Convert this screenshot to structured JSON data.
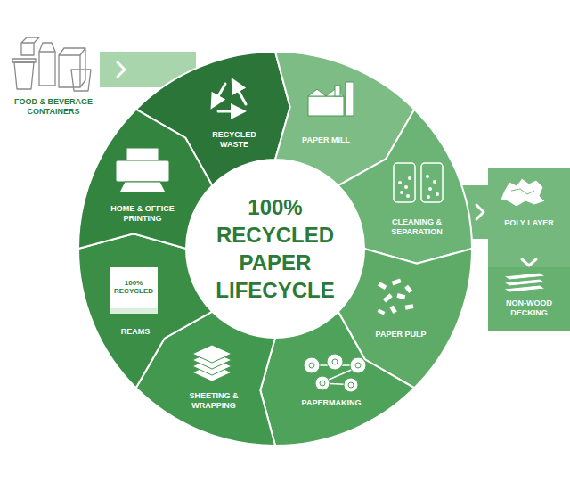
{
  "diagram": {
    "title": "100% RECYCLED PAPER LIFECYCLE",
    "nodes": [
      {
        "text": [
          "FOOD & BEVERAGE CONTAINERS"
        ]
      },
      {
        "text": [
          "RECYCLED WASTE"
        ]
      },
      {
        "text": [
          "PAPER MILL"
        ]
      },
      {
        "text": [
          "CLEANING & SEPARATION"
        ]
      },
      {
        "text": [
          "PAPER PULP"
        ]
      },
      {
        "text": [
          "PAPERMAKING"
        ]
      },
      {
        "text": [
          "SHEETING & WRAPPING"
        ]
      },
      {
        "text": [
          "REAMS"
        ]
      },
      {
        "text": [
          "HOME & OFFICE PRINTING"
        ]
      },
      {
        "text": [
          "POLY LAYER"
        ]
      },
      {
        "text": [
          "NON-WOOD DECKING"
        ]
      }
    ],
    "edges": [
      {
        "from": 0,
        "to": 1,
        "arrow": "to"
      },
      {
        "from": 3,
        "to": 9,
        "arrow": "to"
      },
      {
        "from": 9,
        "to": 10,
        "arrow": "to"
      }
    ],
    "labels": [
      "100% RECYCLED"
    ]
  }
}
